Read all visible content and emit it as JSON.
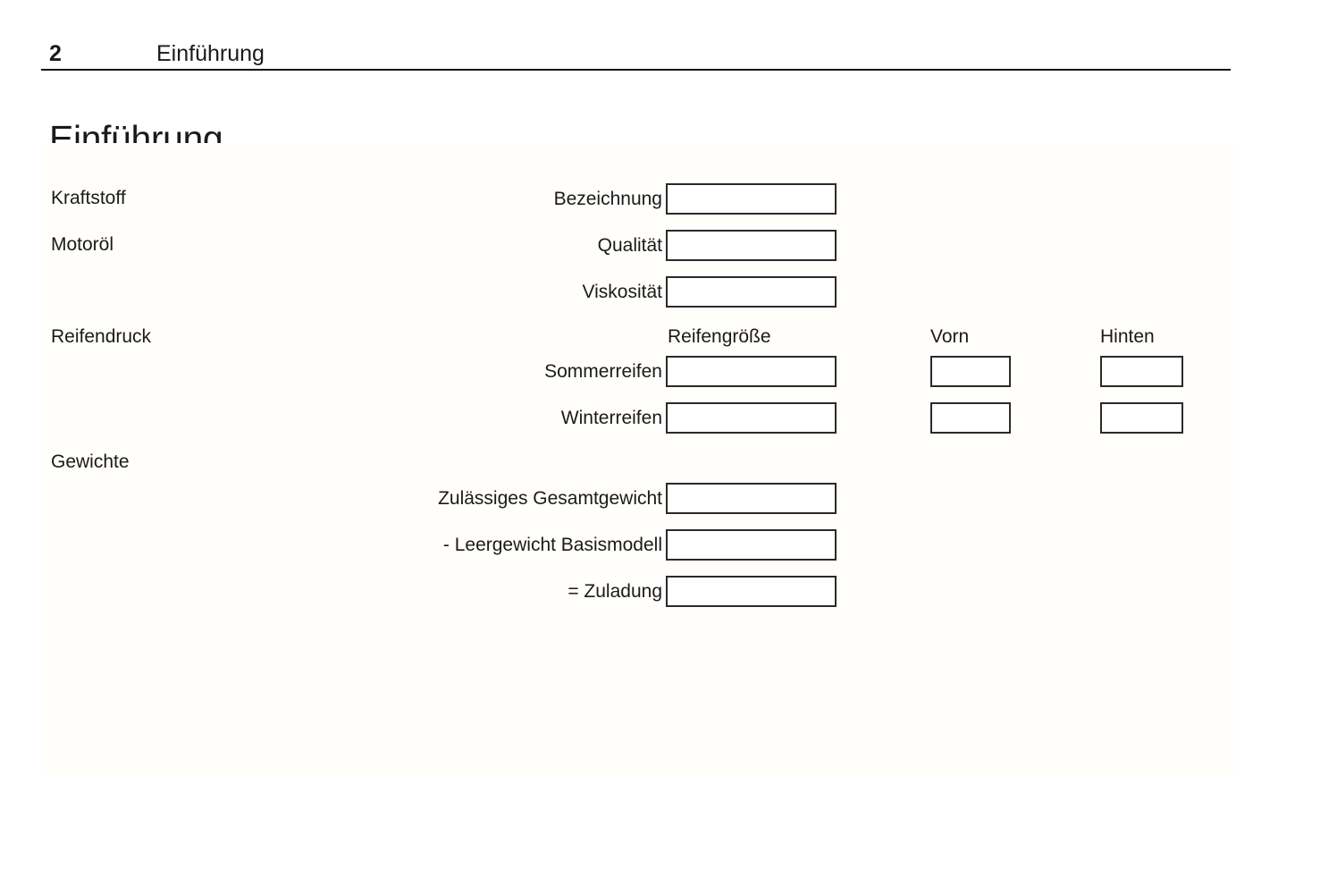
{
  "header": {
    "page_number": "2",
    "chapter": "Einführung"
  },
  "title": "Einführung",
  "sections": [
    {
      "label": "Kraftstoff"
    },
    {
      "label": "Motoröl"
    },
    {
      "label": "Reifendruck"
    },
    {
      "label": "Gewichte"
    }
  ],
  "fields": [
    {
      "label": "Bezeichnung",
      "value": ""
    },
    {
      "label": "Qualität",
      "value": ""
    },
    {
      "label": "Viskosität",
      "value": ""
    },
    {
      "label": "Sommerreifen",
      "value": ""
    },
    {
      "label": "Winterreifen",
      "value": ""
    },
    {
      "label": "Zulässiges Gesamtgewicht",
      "value": ""
    },
    {
      "label": "- Leergewicht Basismodell",
      "value": ""
    },
    {
      "label": "= Zuladung",
      "value": ""
    }
  ],
  "tyre_columns": {
    "size": "Reifengröße",
    "front": "Vorn",
    "rear": "Hinten"
  },
  "colors": {
    "text": "#1a1a1a",
    "rule": "#111111",
    "box_border": "#2a2a2a",
    "page_background": "#ffffff",
    "content_background": "#fffefb"
  }
}
